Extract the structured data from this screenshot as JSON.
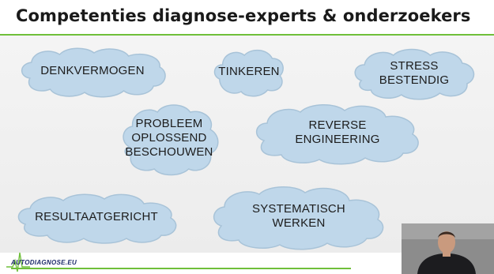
{
  "slide": {
    "title": "Competenties diagnose-experts & onderzoekers"
  },
  "clouds": [
    {
      "label": "DENKVERMOGEN"
    },
    {
      "label": "TINKEREN"
    },
    {
      "label": "STRESS\nBESTENDIG"
    },
    {
      "label": "PROBLEEM\nOPLOSSEND\nBESCHOUWEN"
    },
    {
      "label": "REVERSE\nENGINEERING"
    },
    {
      "label": "RESULTAATGERICHT"
    },
    {
      "label": "SYSTEMATISCH\nWERKEN"
    }
  ],
  "footer": {
    "brand": "AUTODIAGNOSE.EU"
  },
  "colors": {
    "cloud_fill": "#bfd7ea",
    "cloud_stroke": "#a8c3d8",
    "accent_green": "#6fbf3a",
    "brand_blue": "#1e2b6b"
  }
}
